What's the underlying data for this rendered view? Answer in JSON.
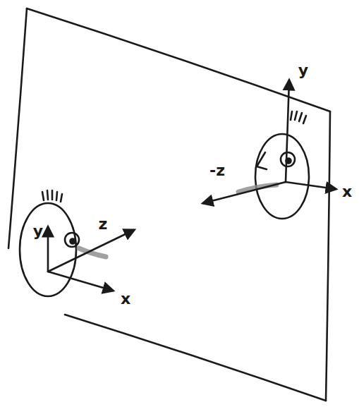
{
  "diagram": {
    "labels": [
      "y",
      "-z",
      "x",
      "z",
      "y",
      "x"
    ]
  }
}
